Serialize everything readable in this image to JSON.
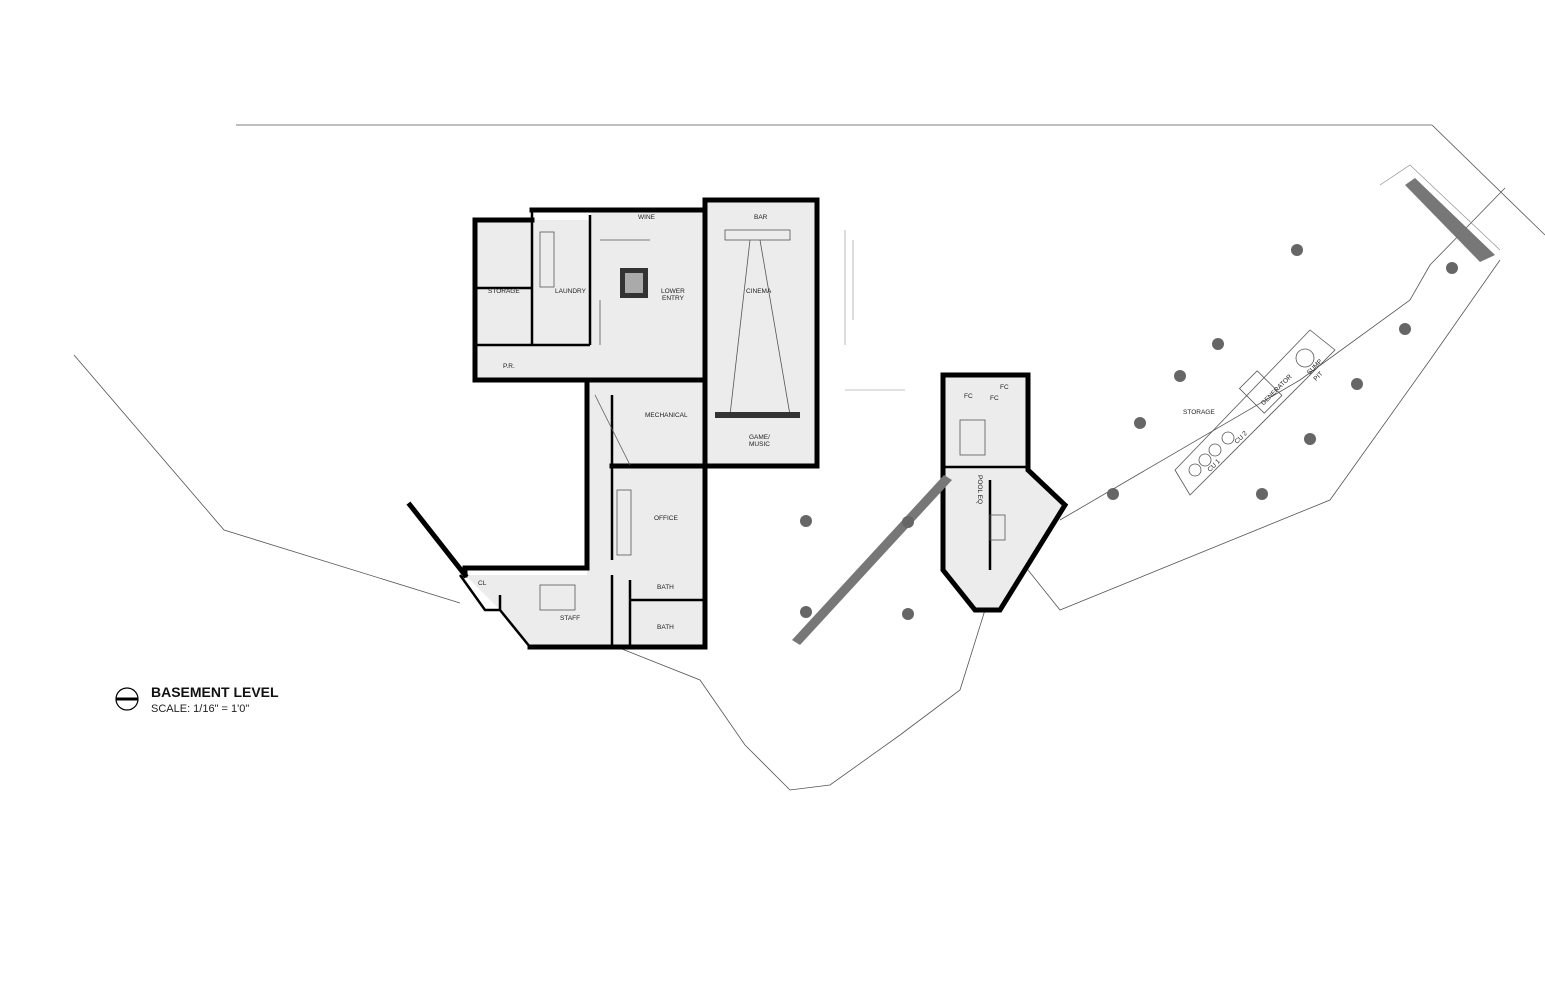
{
  "drawing": {
    "title": "BASEMENT LEVEL",
    "scale": "SCALE: 1/16\" = 1'0\""
  },
  "rooms": {
    "storage_main": "STORAGE",
    "laundry": "LAUNDRY",
    "powder_room": "P.R.",
    "lower_entry_1": "LOWER",
    "lower_entry_2": "ENTRY",
    "bar": "BAR",
    "wine": "WINE",
    "cinema": "CINEMA",
    "game_music_1": "GAME/",
    "game_music_2": "MUSIC",
    "mechanical": "MECHANICAL",
    "office": "OFFICE",
    "closet": "CL",
    "staff": "STAFF",
    "bath_1": "BATH",
    "bath_2": "BATH",
    "fc_1": "FC",
    "fc_2": "FC",
    "fc_3": "FC",
    "pool_eq": "POOL EQ",
    "storage_site": "STORAGE",
    "generator": "GENERATOR",
    "cu1": "CU 1",
    "cu2": "CU 2",
    "sump_1": "SUMP",
    "sump_2": "PIT"
  },
  "colors": {
    "wall": "#000000",
    "floor": "#ececec",
    "background": "#ffffff"
  }
}
